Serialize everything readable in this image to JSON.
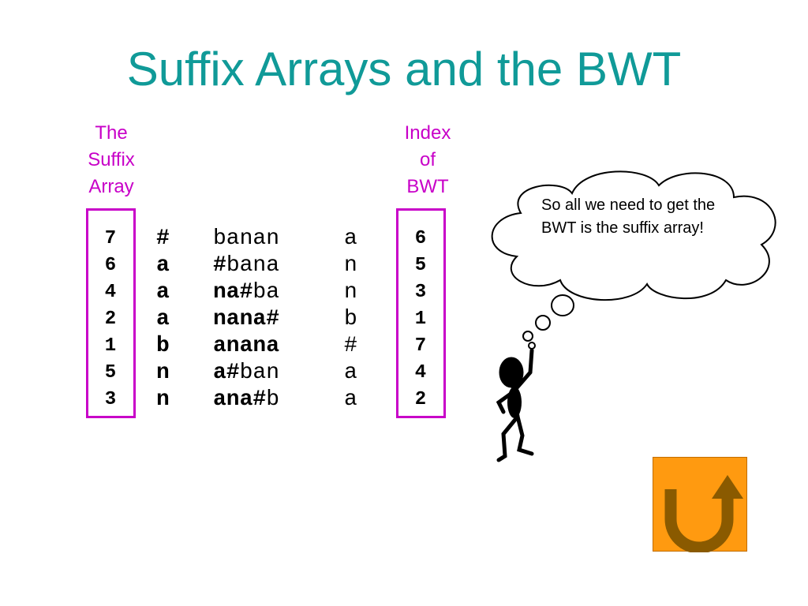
{
  "slide": {
    "title": "Suffix Arrays and the BWT",
    "label_suffix_array": [
      "The",
      "Suffix",
      "Array"
    ],
    "label_bwt_index": [
      "Index",
      "of",
      "BWT"
    ],
    "bubble": "So all we need to get the BWT is the suffix array!"
  },
  "rows": [
    {
      "sa": "7",
      "first": "#",
      "bold": "",
      "rest": "banan",
      "last": "a",
      "bwt_index": "6"
    },
    {
      "sa": "6",
      "first": "a",
      "bold": "#",
      "rest": "bana",
      "last": "n",
      "bwt_index": "5"
    },
    {
      "sa": "4",
      "first": "a",
      "bold": "na#",
      "rest": "ba",
      "last": "n",
      "bwt_index": "3"
    },
    {
      "sa": "2",
      "first": "a",
      "bold": "nana#",
      "rest": "",
      "last": "b",
      "bwt_index": "1"
    },
    {
      "sa": "1",
      "first": "b",
      "bold": "anana",
      "rest": "",
      "last": "#",
      "bwt_index": "7"
    },
    {
      "sa": "5",
      "first": "n",
      "bold": "a#",
      "rest": "ban",
      "last": "a",
      "bwt_index": "4"
    },
    {
      "sa": "3",
      "first": "n",
      "bold": "ana#",
      "rest": "b",
      "last": "a",
      "bwt_index": "2"
    }
  ],
  "colors": {
    "title": "#109a98",
    "label": "#c800c8",
    "button": "#ff9a10",
    "arrow": "#8a5a00"
  },
  "icons": {
    "return": "u-turn-arrow-icon",
    "figure": "stick-figure-icon"
  }
}
